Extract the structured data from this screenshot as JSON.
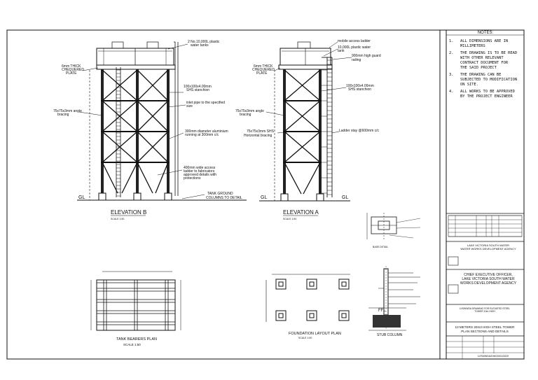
{
  "notes": {
    "title": "NOTES:",
    "items": [
      {
        "num": "1.",
        "lines": [
          "ALL DIMENSIONS ARE IN",
          "MILLIMETERS"
        ]
      },
      {
        "num": "2.",
        "lines": [
          "THE DRAWING IS TO BE READ",
          "WITH OTHER RELEVANT",
          "CONTRACT DOCUMENT FOR",
          "THE SAID PROJECT"
        ]
      },
      {
        "num": "3.",
        "lines": [
          "THE DRAWING CAN BE",
          "SUBJECTED TO MODIFICATION",
          "ON SITE."
        ]
      },
      {
        "num": "4.",
        "lines": [
          "ALL WORKS TO BE APPROVED",
          "BY THE PROJECT ENGINEER"
        ]
      }
    ]
  },
  "elevation_b": {
    "title": "ELEVATION B",
    "scale": "SCALE 1:50",
    "labels": {
      "plate": [
        "6mm THICK",
        "CHEQUERED",
        "PLATE"
      ],
      "tanks": [
        "2 No.10,000L plastic",
        "water tanks"
      ],
      "stanchion": [
        "100x100x4.00mm",
        "SHS stanchion"
      ],
      "inlet": [
        "inlet pipe to the specified",
        "size"
      ],
      "bracing": [
        "75x75x3mm angle",
        "bracing"
      ],
      "aluminium": [
        "300mm diameter aluminium",
        "running at 300mm c/c"
      ],
      "access": [
        "400mm wide access",
        "ladder to fabricators",
        "approved details with",
        "protections"
      ],
      "ground": [
        "TANK GROUND",
        "COLUMNS TO DETAIL"
      ],
      "gl": "GL"
    }
  },
  "elevation_a": {
    "title": "ELEVATION A",
    "scale": "SCALE 1:50",
    "labels": {
      "ladder": "mobile access ladder",
      "tank": [
        "10,000L plastic water",
        "tank"
      ],
      "railing": [
        "900mm high guard",
        "railing"
      ],
      "plate": [
        "6mm THICK",
        "CHEQUERED",
        "PLATE"
      ],
      "stanchion": [
        "100x100x4.00mm",
        "SHS stanchion"
      ],
      "bracing": [
        "75x75x3mm angle",
        "bracing"
      ],
      "horizontal": [
        "75x75x3mm SHS",
        "Horizontal bracing"
      ],
      "stay": "Ladder stay @600mm c/c",
      "gl_left": "GL",
      "gl_right": "GL"
    }
  },
  "tank_bearers": {
    "title": "TANK BEARERS PLAN",
    "scale": "SCALE 1:50"
  },
  "foundation": {
    "title": "FOUNDATION LAYOUT PLAN",
    "scale": "SCALE 1:50"
  },
  "stub_column": {
    "title": "STUB COLUMN",
    "left_title": "BASE DETAIL"
  },
  "title_block": {
    "client": [
      "LAKE VICTORIA SOUTH WATER",
      "WATER WORKS DEVELOPMENT AGENCY"
    ],
    "owner": [
      "CHIEF EXECUTIVE OFFICER,",
      "LAKE VICTORIA SOUTH WATER",
      "WORKS DEVELOPMENT AGENCY"
    ],
    "drawing_title_line": [
      "LVSWWDA DRAWING FOR ELEVATED STEEL",
      "TOWER 10m HIGH"
    ],
    "drawing_title": [
      "10 METERS 20m3 HIGH STEEL TOWER",
      "PLAN SECTIONS AND DETAILS"
    ],
    "drawing_no": "LVSWWDA/DWG/001/2020"
  },
  "colors": {
    "line": "#111111",
    "fill_dark": "#222222",
    "grey": "#888888"
  }
}
